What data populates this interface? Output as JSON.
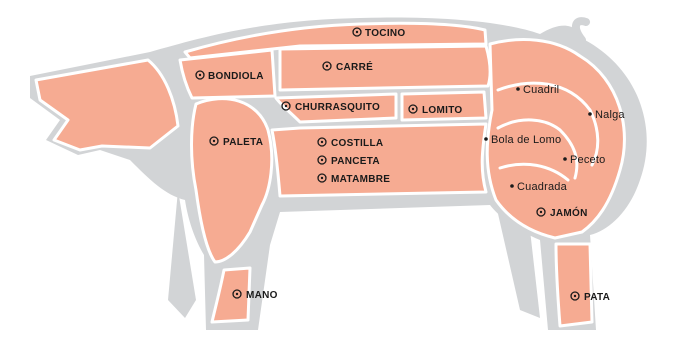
{
  "labels": {
    "tocino": "TOCINO",
    "bondiola": "BONDIOLA",
    "carre": "CARRÉ",
    "churrasquito": "CHURRASQUITO",
    "lomito": "LOMITO",
    "paleta": "PALETA",
    "costilla": "COSTILLA",
    "panceta": "PANCETA",
    "matambre": "MATAMBRE",
    "cuadril": "Cuadril",
    "nalga": "Nalga",
    "bola_de_lomo": "Bola de Lomo",
    "peceto": "Peceto",
    "cuadrada": "Cuadrada",
    "jamon": "JAMÓN",
    "mano": "MANO",
    "pata": "PATA"
  },
  "colors": {
    "meat": "#f6ab92",
    "body": "#d2d4d6",
    "outline": "#ffffff",
    "text": "#1a1a1a"
  }
}
